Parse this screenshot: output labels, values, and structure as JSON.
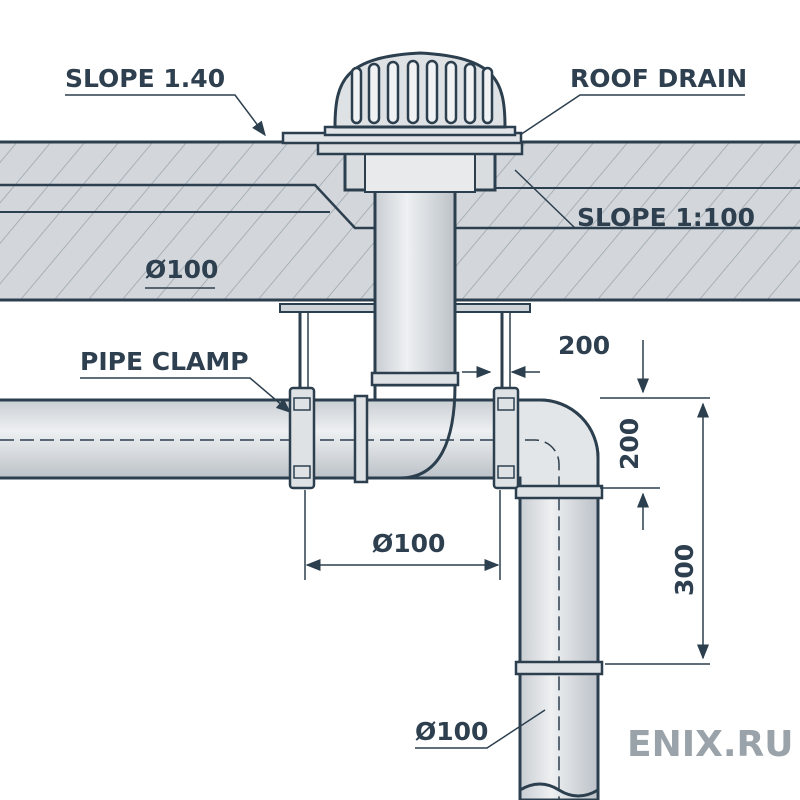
{
  "labels": {
    "slope_left": "SLOPE 1.40",
    "roof_drain": "ROOF DRAIN",
    "slope_right": "SLOPE 1:100",
    "diameter_slab": "Ø100",
    "pipe_clamp": "PIPE CLAMP",
    "dim_offset": "200",
    "dim_elbow": "200",
    "dim_drop": "300",
    "diameter_horizontal": "Ø100",
    "diameter_vertical": "Ø100"
  },
  "watermark": "ENIX.RU",
  "colors": {
    "stroke": "#2c3f4e",
    "fill": "#d5d9dd",
    "text": "#2e4050"
  }
}
